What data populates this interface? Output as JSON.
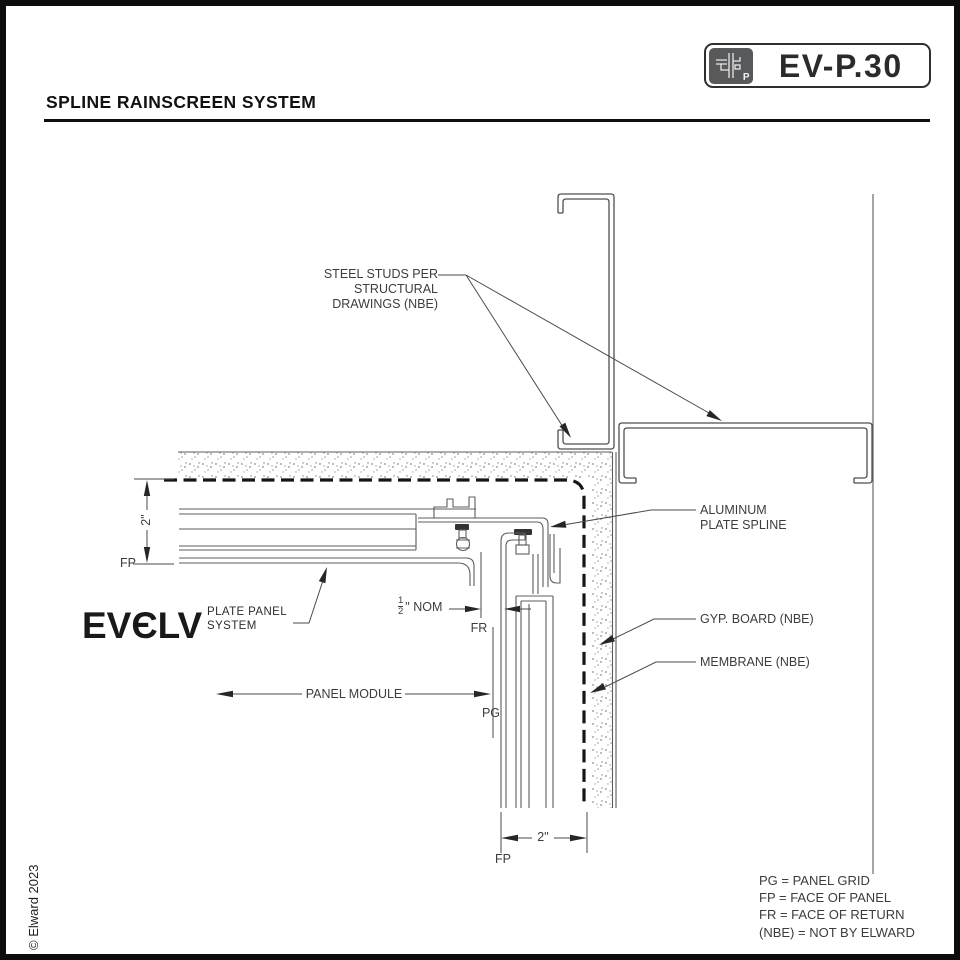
{
  "page": {
    "title": "SPLINE RAINSCREEN SYSTEM",
    "drawing_number": "EV-P.30",
    "logo_letter": "P",
    "copyright": "© Elward 2023"
  },
  "brand": {
    "wordmark": "EVЄLV",
    "tagline_line1": "PLATE PANEL",
    "tagline_line2": "SYSTEM"
  },
  "annotations": {
    "steel_studs": [
      "STEEL STUDS PER",
      "STRUCTURAL",
      "DRAWINGS (NBE)"
    ],
    "aluminum_spline": [
      "ALUMINUM",
      "PLATE SPLINE"
    ],
    "gyp_board": "GYP. BOARD (NBE)",
    "membrane": "MEMBRANE (NBE)",
    "panel_module": "PANEL MODULE"
  },
  "dimensions": {
    "left_2in": "2\"",
    "bottom_2in": "2\"",
    "half_num": "1",
    "half_den": "2",
    "half_suffix": "\" NOM",
    "fp_left": "FP",
    "fp_bottom": "FP",
    "fr": "FR",
    "pg": "PG"
  },
  "legend": {
    "lines": [
      "PG = PANEL GRID",
      "FP = FACE OF PANEL",
      "FR = FACE OF RETURN",
      "(NBE) = NOT BY ELWARD"
    ]
  },
  "colors": {
    "line_gray": "#5c5c5c",
    "dark": "#141414",
    "icon_bg": "#58595b"
  }
}
